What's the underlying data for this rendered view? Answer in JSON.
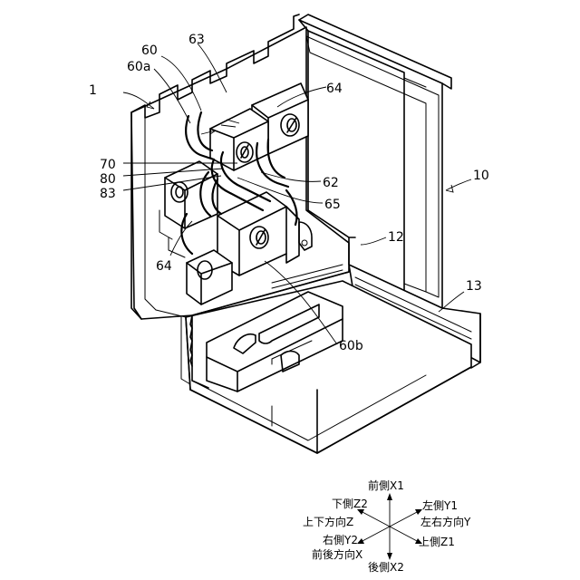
{
  "labels": {
    "assembly": "1",
    "r60": "60",
    "r60a": "60a",
    "r63": "63",
    "r64a": "64",
    "r64b": "64",
    "r70": "70",
    "r80": "80",
    "r83": "83",
    "r62": "62",
    "r65": "65",
    "r10": "10",
    "r12": "12",
    "r13": "13",
    "r60b": "60b"
  },
  "axes": {
    "front": "前側X1",
    "down": "下側Z2",
    "left": "左側Y1",
    "updown": "上下方向Z",
    "leftright": "左右方向Y",
    "right": "右側Y2",
    "up": "上側Z1",
    "frontback": "前後方向X",
    "back": "後側X2"
  }
}
